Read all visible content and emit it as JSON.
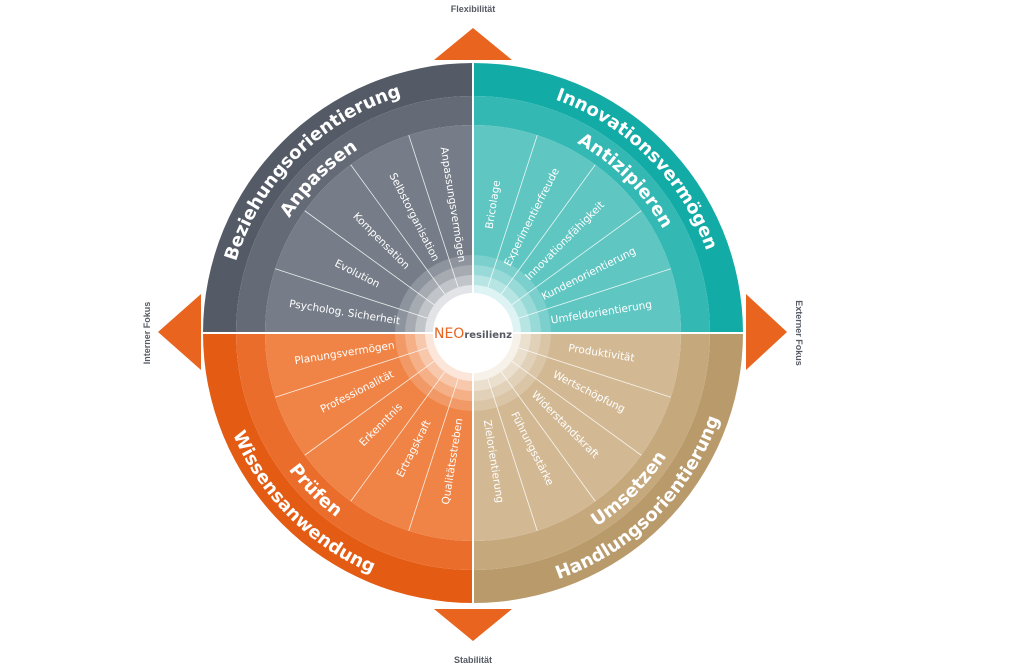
{
  "axes": {
    "top": "Flexibilität",
    "bottom": "Stabilität",
    "left": "Interner Fokus",
    "right": "Externer Fokus"
  },
  "logo": {
    "neo": "NEO",
    "resilienz": "resilienz"
  },
  "colors": {
    "arrow": "#e8641f",
    "axis_text": "#555a63",
    "separator": "#ffffff"
  },
  "quadrants": [
    {
      "key": "top-left",
      "outer_label": "Beziehungsorientierung",
      "middle_label": "Anpassen",
      "outer_color": "#545b66",
      "middle_color": "#646b76",
      "inner_color": "#767d88",
      "items": [
        "Psycholog. Sicherheit",
        "Evolution",
        "Kompensation",
        "Selbstorganisation",
        "Anpassungsvermögen"
      ]
    },
    {
      "key": "top-right",
      "outer_label": "Innovationsvermögen",
      "middle_label": "Antizipieren",
      "outer_color": "#13aba6",
      "middle_color": "#33b8b4",
      "inner_color": "#5fc6c2",
      "items": [
        "Bricolage",
        "Experimentierfreude",
        "Innovationsfähigkeit",
        "Kundenorientierung",
        "Umfeldorientierung"
      ]
    },
    {
      "key": "bottom-right",
      "outer_label": "Handlungsorientierung",
      "middle_label": "Umsetzen",
      "outer_color": "#b99a6b",
      "middle_color": "#c5a87c",
      "inner_color": "#d2b993",
      "items": [
        "Produktivität",
        "Wertschöpfung",
        "Widerstandskraft",
        "Führungsstärke",
        "Zielorientierung"
      ]
    },
    {
      "key": "bottom-left",
      "outer_label": "Wissensanwendung",
      "middle_label": "Prüfen",
      "outer_color": "#e45b14",
      "middle_color": "#ea6d2b",
      "inner_color": "#ef8446",
      "items": [
        "Qualitätsstreben",
        "Ertragskraft",
        "Erkenntnis",
        "Professionalität",
        "Planungsvermögen"
      ]
    }
  ]
}
